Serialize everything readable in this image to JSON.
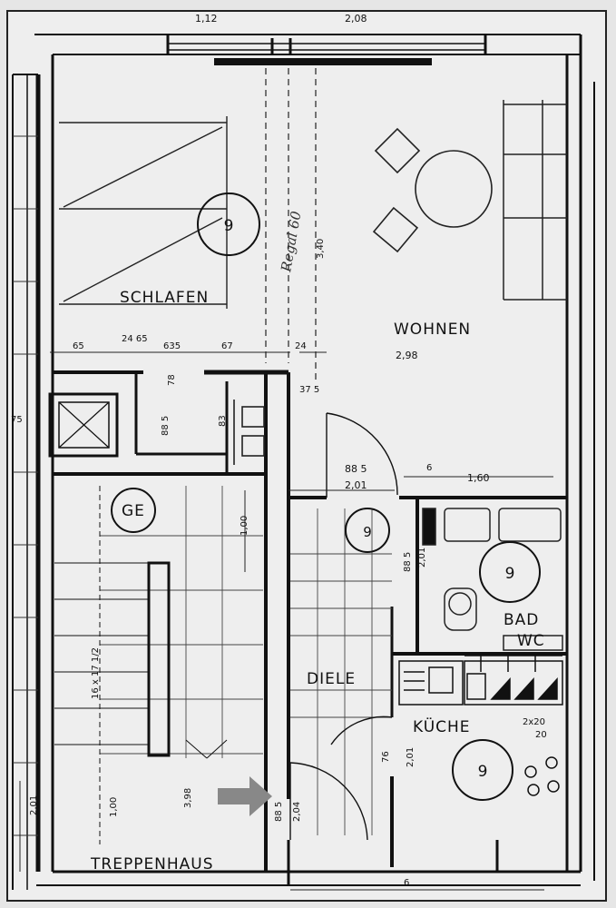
{
  "rooms": {
    "schlafen": "SCHLAFEN",
    "wohnen": "WOHNEN",
    "ge": "GE",
    "diele": "DIELE",
    "bad": "BAD",
    "wc": "WC",
    "kueche": "KÜCHE",
    "treppenhaus": "TREPPENHAUS"
  },
  "markers": {
    "room_number": "9"
  },
  "dimensions": {
    "top_left": "1,12",
    "top_right": "2,08",
    "wohnen_width": "2,98",
    "wohnen_height": "3,40",
    "d65": "65",
    "d24_65": "24 65",
    "d635": "635",
    "d67": "67",
    "d24": "24",
    "d885": "88 5",
    "d201a": "2,01",
    "d6a": "6",
    "d160": "1,60",
    "d100a": "1,00",
    "d100b": "1,00",
    "d398": "3,98",
    "stair": "16 x 17 1/2",
    "d201b": "2,01",
    "d885b": "88 5",
    "d204": "2,04",
    "d76": "76",
    "d201c": "2,01",
    "d201d": "2,01",
    "d6b": "6",
    "d885c": "88 5",
    "d2x20": "2x20",
    "d20": "20",
    "d83": "83",
    "d78": "78",
    "d75": "75",
    "d885d": "88 5",
    "d375": "37 5"
  },
  "annotation": {
    "handwritten": "Regal 60"
  }
}
